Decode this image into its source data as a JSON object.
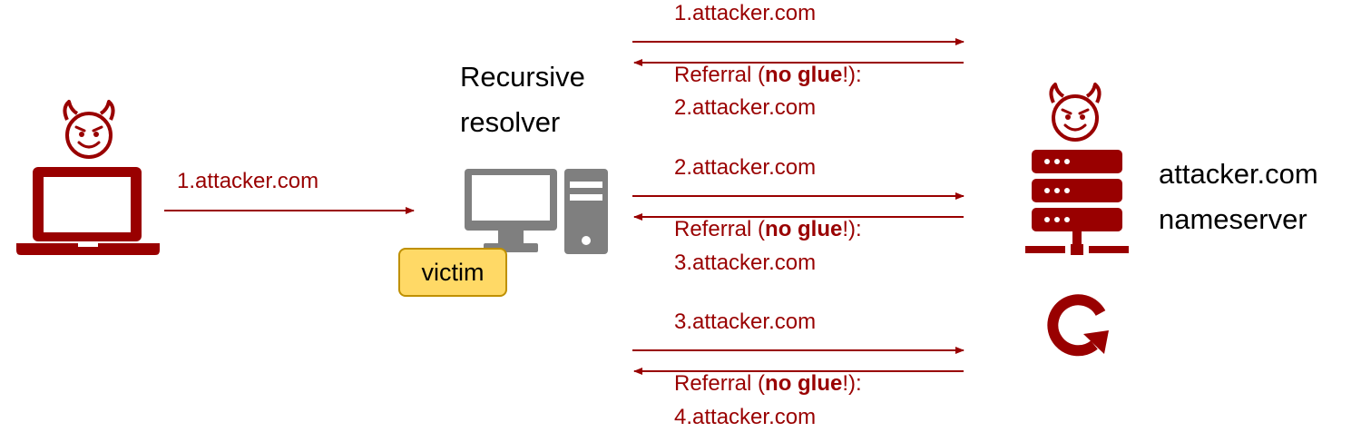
{
  "client": {
    "query_label": "1.attacker.com"
  },
  "resolver": {
    "title_line1": "Recursive",
    "title_line2": "resolver",
    "badge": "victim"
  },
  "nameserver": {
    "title_line1": "attacker.com",
    "title_line2": "nameserver"
  },
  "exchanges": [
    {
      "query": "1.attacker.com",
      "referral_prefix": "Referral (",
      "referral_bold": "no glue",
      "referral_suffix": "!):",
      "referral_target": "2.attacker.com"
    },
    {
      "query": "2.attacker.com",
      "referral_prefix": "Referral (",
      "referral_bold": "no glue",
      "referral_suffix": "!):",
      "referral_target": "3.attacker.com"
    },
    {
      "query": "3.attacker.com",
      "referral_prefix": "Referral (",
      "referral_bold": "no glue",
      "referral_suffix": "!):",
      "referral_target": "4.attacker.com"
    }
  ],
  "colors": {
    "attacker": "#990000",
    "computer": "#7f7f7f",
    "badge_fill": "#ffd966"
  },
  "icons": [
    "devil-icon",
    "laptop-icon",
    "desktop-computer-icon",
    "server-icon",
    "loop-icon"
  ]
}
